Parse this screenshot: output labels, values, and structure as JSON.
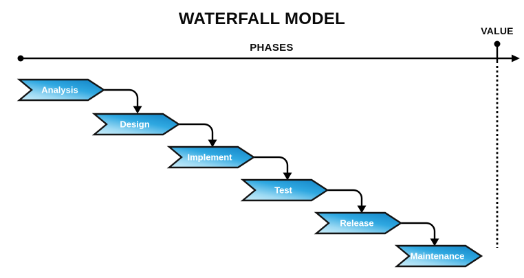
{
  "title": "WATERFALL MODEL",
  "axes": {
    "phases_label": "PHASES",
    "value_label": "VALUE"
  },
  "stages": [
    {
      "label": "Analysis"
    },
    {
      "label": "Design"
    },
    {
      "label": "Implement"
    },
    {
      "label": "Test"
    },
    {
      "label": "Release"
    },
    {
      "label": "Maintenance"
    }
  ],
  "colors": {
    "stage_gradient_start": "#d9f3fc",
    "stage_gradient_light": "#9bd9f3",
    "stage_gradient_mid": "#2fa8e1",
    "stage_gradient_end": "#0d7cc0",
    "stage_border": "#141414",
    "stage_text": "#ffffff",
    "line_color": "#000000"
  }
}
